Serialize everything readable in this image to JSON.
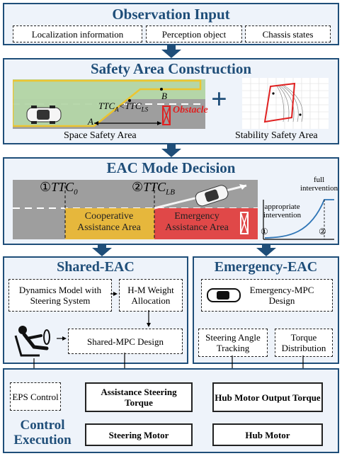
{
  "observation": {
    "title": "Observation Input",
    "items": [
      "Localization information",
      "Perception object",
      "Chassis states"
    ]
  },
  "safety": {
    "title": "Safety Area Construction",
    "space_label": "Space Safety Area",
    "stability_label": "Stability Safety Area",
    "point_a": "A",
    "point_b": "B",
    "ttc_condition": "TTC",
    "ttc_sub_a": "A",
    "ttc_lt": "<",
    "ttc_sub_ls": "LS",
    "obstacle": "Obstacle",
    "plus": "+"
  },
  "eac": {
    "title": "EAC Mode Decision",
    "ttc0_circle": "①",
    "ttc0": "TTC",
    "ttc0_sub": "0",
    "ttclb_circle": "②",
    "ttclb": "TTC",
    "ttclb_sub": "LB",
    "coop_line1": "Cooperative",
    "coop_line2": "Assistance Area",
    "emerg_line1": "Emergency",
    "emerg_line2": "Assistance Area",
    "curve_full1": "full",
    "curve_full2": "intervention",
    "curve_app1": "appropriate",
    "curve_app2": "intervention",
    "curve_m1": "①",
    "curve_m2": "②"
  },
  "shared": {
    "title": "Shared-EAC",
    "dyn_model": "Dynamics Model with Steering System",
    "hm_weight": "H-M Weight Allocation",
    "mpc": "Shared-MPC Design"
  },
  "emergency": {
    "title": "Emergency-EAC",
    "mpc": "Emergency-MPC Design",
    "steer_track": "Steering Angle Tracking",
    "torque_dist": "Torque Distribution"
  },
  "control": {
    "title_line1": "Control",
    "title_line2": "Execution",
    "eps": "EPS Control",
    "assist_torque": "Assistance Steering Torque",
    "steer_motor": "Steering Motor",
    "hub_output": "Hub Motor Output Torque",
    "hub_motor": "Hub Motor"
  },
  "colors": {
    "panel_border": "#1f4e79",
    "title": "#1f4e79",
    "coop_area": "#e6b73c",
    "emerg_area": "#e04848",
    "road_green": "#b5d6a8",
    "road_gray": "#9e9e9e",
    "obstacle_red": "#e02020"
  }
}
